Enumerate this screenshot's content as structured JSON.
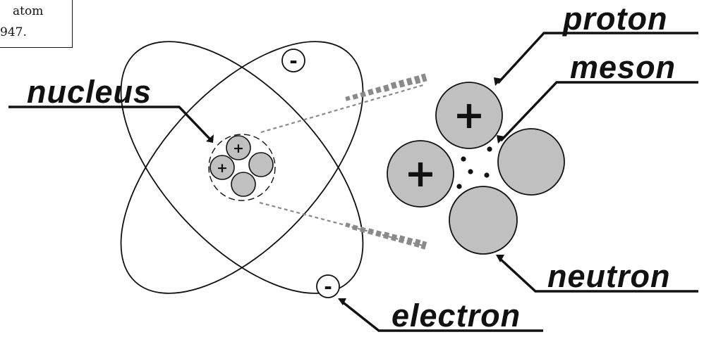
{
  "caption": {
    "line1": "atom",
    "line2": "947."
  },
  "labels": {
    "proton": "proton",
    "meson": "meson",
    "nucleus": "nucleus",
    "neutron": "neutron",
    "electron": "electron"
  },
  "symbols": {
    "electron_charge": "-",
    "proton_charge": "+"
  },
  "colors": {
    "particle_fill": "#c0c0c0",
    "stroke": "#111111",
    "projection_dash": "#8a8a8a",
    "background": "#ffffff"
  }
}
